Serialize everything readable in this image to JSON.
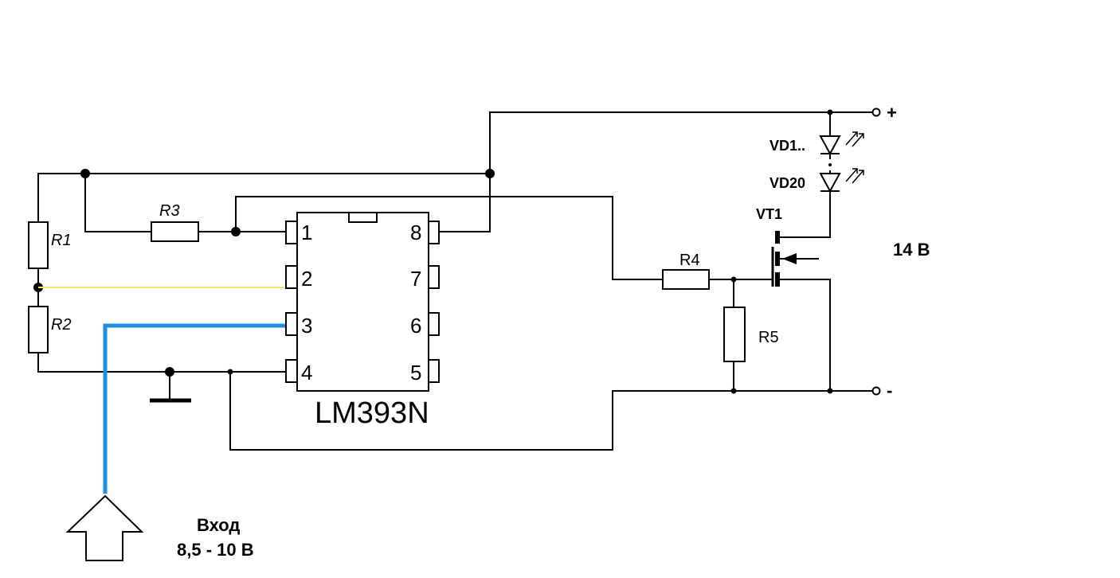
{
  "diagram": {
    "chip": {
      "name": "LM393N",
      "pins_left": [
        "1",
        "2",
        "3",
        "4"
      ],
      "pins_right": [
        "8",
        "7",
        "6",
        "5"
      ]
    },
    "resistors": {
      "r1": "R1",
      "r2": "R2",
      "r3": "R3",
      "r4": "R4",
      "r5": "R5"
    },
    "leds": {
      "first": "VD1..",
      "last": "VD20"
    },
    "transistor": "VT1",
    "terminals": {
      "plus": "+",
      "minus": "-"
    },
    "supply_voltage": "14 В",
    "input": {
      "label": "Вход",
      "range": "8,5 - 10 В"
    },
    "colors": {
      "wire": "#000000",
      "pin2_wire": "#f2e86a",
      "input_wire": "#1e90e0"
    }
  }
}
